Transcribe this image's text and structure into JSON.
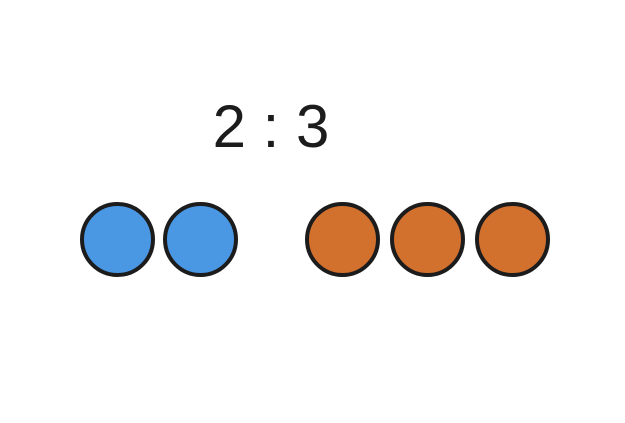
{
  "title": {
    "text": "2 : 3"
  },
  "ratio": {
    "left_count": 2,
    "right_count": 3,
    "separator": ":"
  },
  "colors": {
    "background": "#ffffff",
    "text": "#1c1c1c",
    "circle_border": "#1c1c1c",
    "blue_fill": "#4a97e4",
    "orange_fill": "#d2702e"
  },
  "groups": [
    {
      "name": "blue",
      "count": 2,
      "fill": "#4a97e4"
    },
    {
      "name": "orange",
      "count": 3,
      "fill": "#d2702e"
    }
  ]
}
